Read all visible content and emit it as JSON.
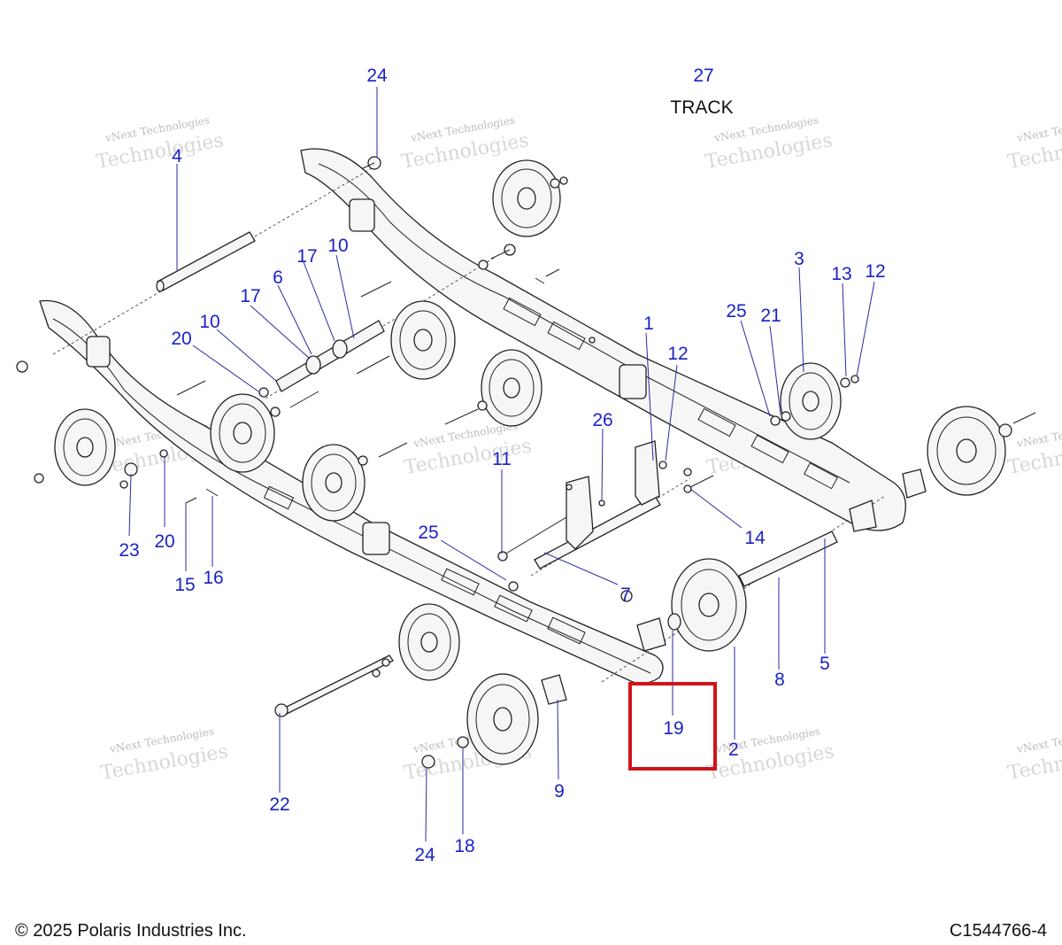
{
  "diagram": {
    "track_number": "27",
    "track_label": "TRACK",
    "callouts": [
      "24",
      "4",
      "17",
      "10",
      "6",
      "17",
      "10",
      "20",
      "3",
      "25",
      "21",
      "13",
      "12",
      "1",
      "12",
      "26",
      "11",
      "25",
      "14",
      "7",
      "23",
      "20",
      "15",
      "16",
      "8",
      "5",
      "19",
      "2",
      "9",
      "22",
      "24",
      "18"
    ],
    "highlight_callout": "19",
    "watermark_brand": "vNext Technologies",
    "watermark_big": "Technologies"
  },
  "footer": {
    "copyright": "© 2025 Polaris Industries Inc.",
    "code": "C1544766-4"
  },
  "colors": {
    "callout": "#1a22c8",
    "highlight_box": "#d0141a",
    "line": "#222222",
    "watermark": "#bdbdbd"
  }
}
